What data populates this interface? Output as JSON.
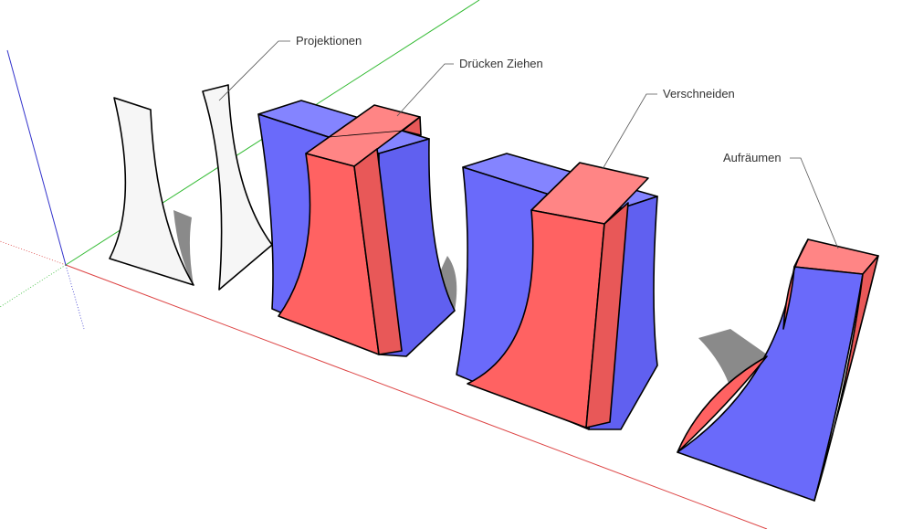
{
  "labels": {
    "projections": "Projektionen",
    "push_pull": "Drücken Ziehen",
    "intersect": "Verschneiden",
    "cleanup": "Aufräumen"
  },
  "colors": {
    "blue_face": "#6a6afa",
    "blue_top": "#8484ff",
    "red_face": "#ff6262",
    "red_top": "#ff8585",
    "red_side": "#e85858",
    "axis_red": "#d44",
    "axis_green": "#3b3",
    "axis_blue": "#33c"
  }
}
